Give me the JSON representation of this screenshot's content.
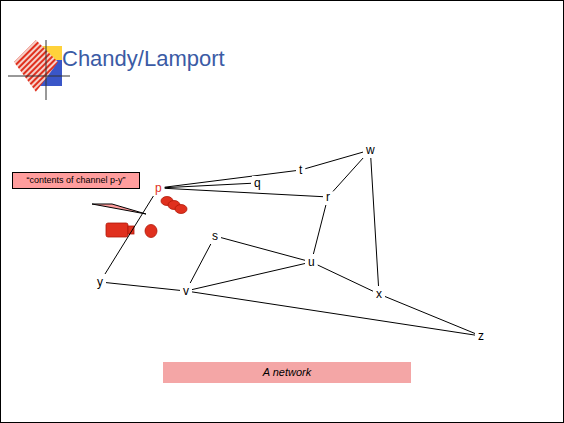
{
  "diagram": {
    "title": "Chandy/Lamport",
    "caption": "A network",
    "nodes": [
      {
        "text": [
          "“contents of channel p-y”"
        ]
      },
      {
        "text": [
          "w"
        ]
      },
      {
        "text": [
          "t"
        ]
      },
      {
        "text": [
          "q"
        ]
      },
      {
        "text": [
          "p"
        ]
      },
      {
        "text": [
          "r"
        ]
      },
      {
        "text": [
          "s"
        ]
      },
      {
        "text": [
          "u"
        ]
      },
      {
        "text": [
          "y"
        ]
      },
      {
        "text": [
          "v"
        ]
      },
      {
        "text": [
          "x"
        ]
      },
      {
        "text": [
          "z"
        ]
      }
    ],
    "edges": [
      {
        "from": 4,
        "to": 3,
        "arrow": "none"
      },
      {
        "from": 4,
        "to": 2,
        "arrow": "none"
      },
      {
        "from": 2,
        "to": 1,
        "arrow": "none"
      },
      {
        "from": 4,
        "to": 5,
        "arrow": "none"
      },
      {
        "from": 5,
        "to": 1,
        "arrow": "none"
      },
      {
        "from": 1,
        "to": 10,
        "arrow": "none"
      },
      {
        "from": 5,
        "to": 7,
        "arrow": "none"
      },
      {
        "from": 6,
        "to": 7,
        "arrow": "none"
      },
      {
        "from": 6,
        "to": 9,
        "arrow": "none"
      },
      {
        "from": 9,
        "to": 7,
        "arrow": "none"
      },
      {
        "from": 7,
        "to": 10,
        "arrow": "none"
      },
      {
        "from": 8,
        "to": 4,
        "arrow": "none"
      },
      {
        "from": 8,
        "to": 9,
        "arrow": "none"
      },
      {
        "from": 9,
        "to": 11,
        "arrow": "none"
      },
      {
        "from": 10,
        "to": 11,
        "arrow": "none"
      }
    ]
  }
}
